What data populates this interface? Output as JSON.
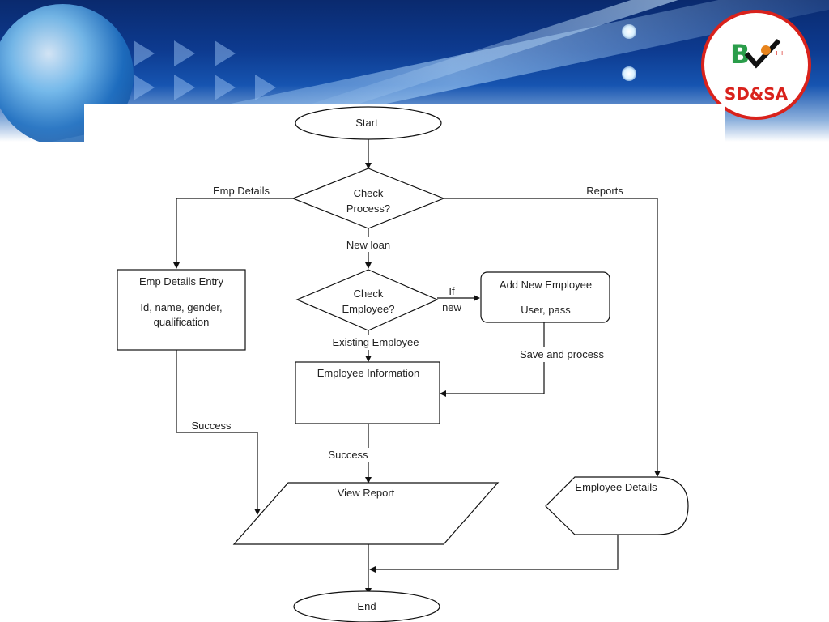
{
  "logo": {
    "text": "SD&SA"
  },
  "flowchart": {
    "start": "Start",
    "check_process": [
      "Check",
      "Process?"
    ],
    "edge_emp_details": "Emp Details",
    "edge_reports": "Reports",
    "edge_new_loan": "New loan",
    "emp_entry_title": "Emp Details Entry",
    "emp_entry_body": [
      "Id, name, gender,",
      "qualification"
    ],
    "check_employee": [
      "Check",
      "Employee?"
    ],
    "edge_if_new": [
      "If",
      "new"
    ],
    "add_new_employee_title": "Add New Employee",
    "add_new_employee_body": "User, pass",
    "edge_existing": "Existing Employee",
    "edge_save_process": "Save and process",
    "employee_information": "Employee Information",
    "edge_success_left": "Success",
    "edge_success_center": "Success",
    "view_report": "View Report",
    "employee_details": "Employee Details",
    "end": "End"
  }
}
